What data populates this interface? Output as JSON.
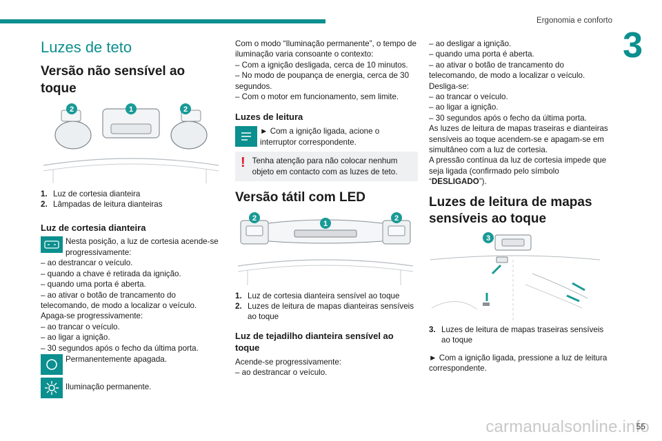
{
  "header": {
    "section": "Ergonomia e conforto",
    "chapter": "3"
  },
  "col1": {
    "main_title": "Luzes de teto",
    "version_title": "Versão não sensível ao toque",
    "legend": [
      {
        "n": "1.",
        "text": "Luz de cortesia dianteira"
      },
      {
        "n": "2.",
        "text": "Lâmpadas de leitura dianteiras"
      }
    ],
    "cortesia_title": "Luz de cortesia dianteira",
    "cortesia_icon_text": "Nesta posição, a luz de cortesia acende-se progressivamente:",
    "cortesia_lines": [
      "– ao destrancar o veículo.",
      "– quando a chave é retirada da ignição.",
      "– quando uma porta é aberta.",
      "– ao ativar o botão de trancamento do telecomando, de modo a localizar o veículo.",
      "Apaga-se progressivamente:",
      "– ao trancar o veículo.",
      "– ao ligar a ignição.",
      "– 30 segundos após o fecho da última porta."
    ],
    "off_text": "Permanentemente apagada.",
    "on_text": "Iluminação permanente."
  },
  "col2": {
    "intro_lines": [
      "Com o modo “Iluminação permanente”, o tempo de iluminação varia consoante o contexto:",
      "– Com a ignição desligada, cerca de 10 minutos.",
      "– No modo de poupança de energia, cerca de 30 segundos.",
      "– Com o motor em funcionamento, sem limite."
    ],
    "reading_title": "Luzes de leitura",
    "reading_text": "► Com a ignição ligada, acione o interruptor correspondente.",
    "warning": "Tenha atenção para não colocar nenhum objeto em contacto com as luzes de teto.",
    "led_title": "Versão tátil com LED",
    "legend": [
      {
        "n": "1.",
        "text": "Luz de cortesia dianteira sensível ao toque"
      },
      {
        "n": "2.",
        "text": "Luzes de leitura de mapas dianteiras sensíveis ao toque"
      }
    ],
    "roof_title": "Luz de tejadilho dianteira sensível ao toque",
    "roof_lines": [
      "Acende-se progressivamente:",
      "– ao destrancar o veículo."
    ]
  },
  "col3": {
    "lines": [
      "– ao desligar a ignição.",
      "– quando uma porta é aberta.",
      "– ao ativar o botão de trancamento do telecomando, de modo a localizar o veículo.",
      "Desliga-se:",
      "– ao trancar o veículo.",
      "– ao ligar a ignição.",
      "– 30 segundos após o fecho da última porta.",
      "As luzes de leitura de mapas traseiras e dianteiras sensíveis ao toque acendem-se e apagam-se em simultâneo com a luz de cortesia."
    ],
    "continuous_prefix": "A pressão contínua da luz de cortesia impede que seja ligada (confirmado pelo símbolo “",
    "continuous_bold": "DESLIGADO",
    "continuous_suffix": "”).",
    "maps_title": "Luzes de leitura de mapas sensíveis ao toque",
    "legend": [
      {
        "n": "3.",
        "text": "Luzes de leitura de mapas traseiras sensíveis ao toque"
      }
    ],
    "action": "► Com a ignição ligada, pressione a luz de leitura correspondente."
  },
  "figures": {
    "fig1_badges": [
      "2",
      "1",
      "2"
    ],
    "fig2_badges": [
      "2",
      "1",
      "2"
    ],
    "fig3_badges": [
      "3"
    ]
  },
  "footer": {
    "page": "55",
    "watermark": "carmanualsonline.info"
  },
  "colors": {
    "accent": "#0c8f8f",
    "badge": "#1a9a96",
    "warning": "#e0172c"
  }
}
